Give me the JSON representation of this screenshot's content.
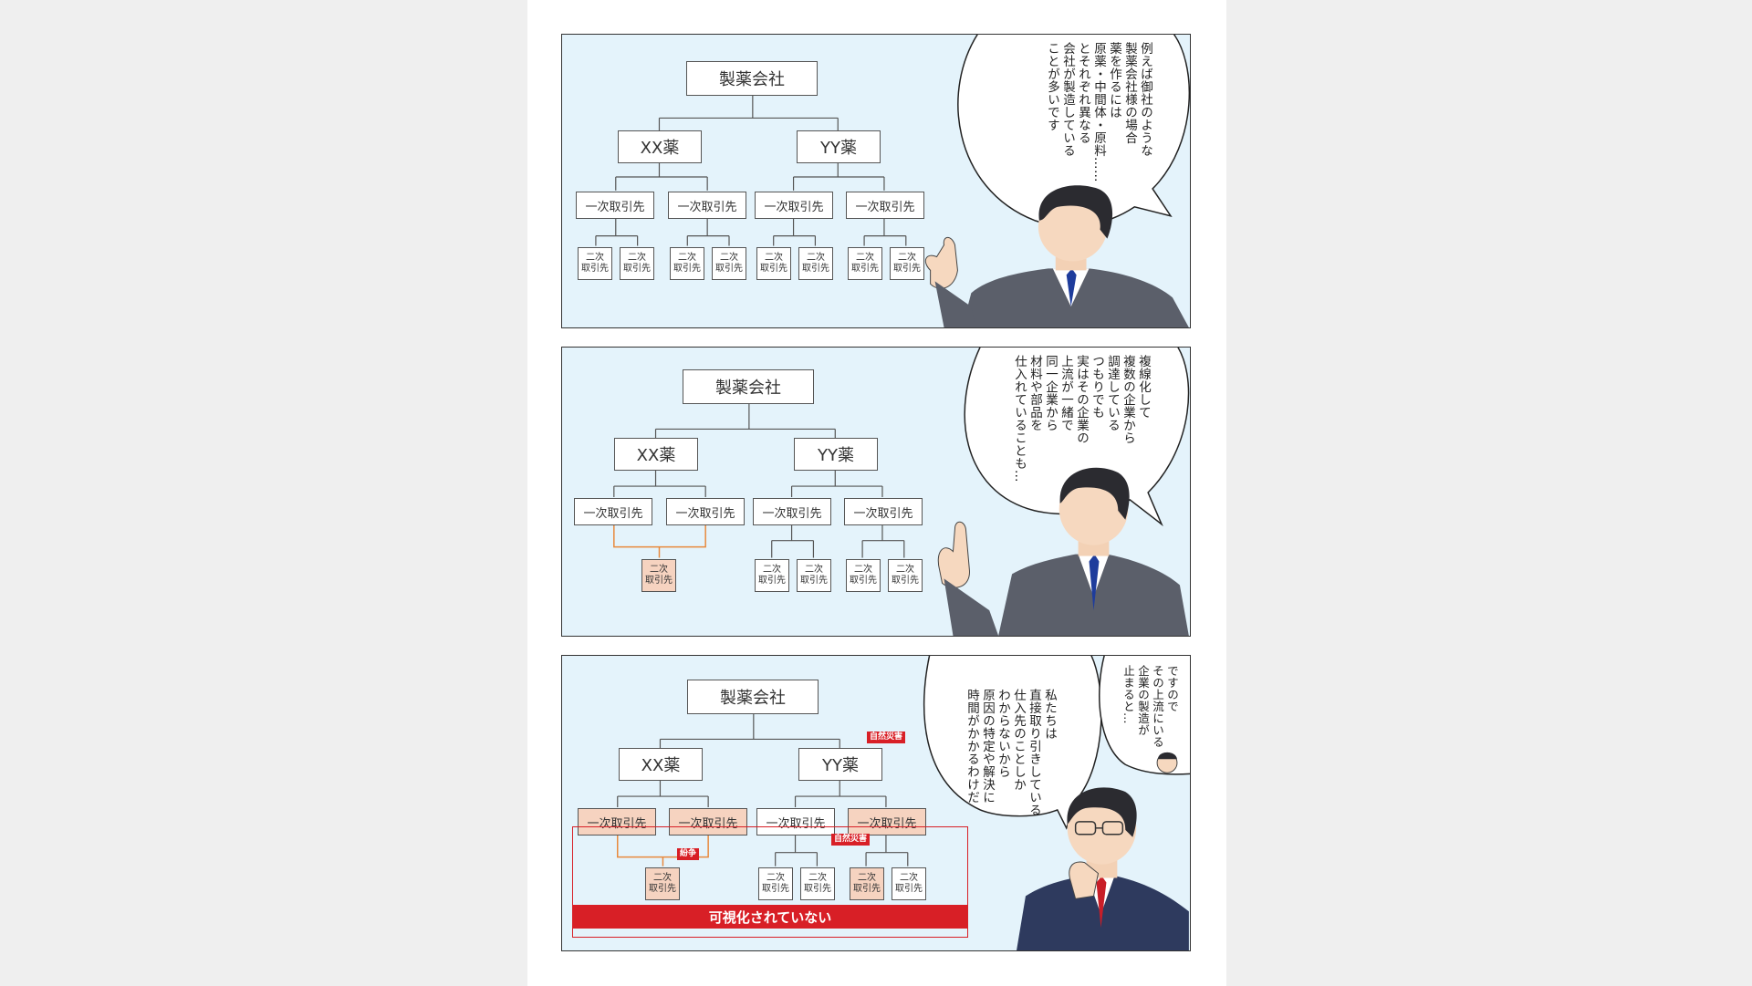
{
  "panels": [
    {
      "company": "製薬会社",
      "drug_a": "XX薬",
      "drug_b": "YY薬",
      "tier1": [
        "一次取引先",
        "一次取引先",
        "一次取引先",
        "一次取引先"
      ],
      "tier2": [
        "二次\n取引先",
        "二次\n取引先",
        "二次\n取引先",
        "二次\n取引先",
        "二次\n取引先",
        "二次\n取引先",
        "二次\n取引先",
        "二次\n取引先"
      ],
      "speech": "例えば御社のような\n製薬会社様の場合\n薬を作るには\n原薬・中間体・原料……\nとそれぞれ異なる\n会社が製造している\nことが多いです"
    },
    {
      "company": "製薬会社",
      "drug_a": "XX薬",
      "drug_b": "YY薬",
      "tier1": [
        "一次取引先",
        "一次取引先",
        "一次取引先",
        "一次取引先"
      ],
      "tier2": [
        "二次\n取引先",
        "二次\n取引先",
        "二次\n取引先",
        "二次\n取引先",
        "二次\n取引先"
      ],
      "speech": "複線化して\n複数の企業から\n調達している\nつもりでも\n実はその企業の\n上流が一緒で\n同一企業から\n材料や部品を\n仕入れていることも…"
    },
    {
      "company": "製薬会社",
      "drug_a": "XX薬",
      "drug_b": "YY薬",
      "tag_disaster": "自然災害",
      "tag_conflict": "紛争",
      "tier1": [
        "一次取引先",
        "一次取引先",
        "一次取引先",
        "一次取引先"
      ],
      "tier2": [
        "二次\n取引先",
        "二次\n取引先",
        "二次\n取引先",
        "二次\n取引先",
        "二次\n取引先"
      ],
      "banner": "可視化されていない",
      "speech_main": "私たちは\n直接取り引きしている\n仕入先のことしか\nわからないから\n原因の特定や解決に\n時間がかかるわけだ",
      "speech_small": "ですので\nその上流にいる\n企業の製造が\n止まると…"
    }
  ],
  "colors": {
    "panel_bg": "#e4f3fb",
    "peach": "#f6d3c0",
    "alert_red": "#d81f26",
    "connector_orange": "#e8893c"
  }
}
